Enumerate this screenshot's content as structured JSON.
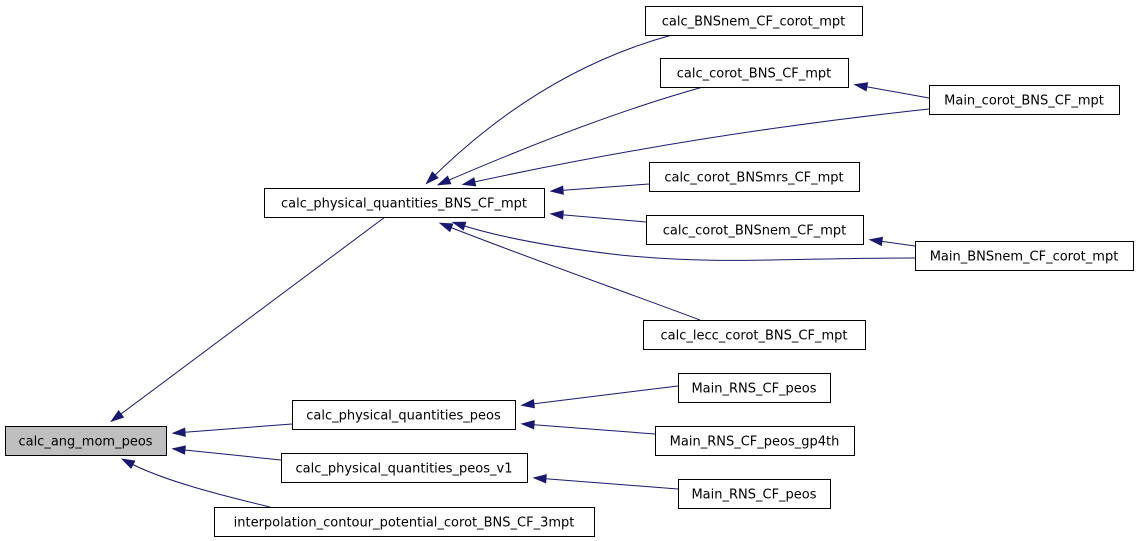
{
  "graph": {
    "nodes": [
      {
        "id": "n0",
        "label": "calc_ang_mom_peos",
        "highlighted": true
      },
      {
        "id": "n1",
        "label": "calc_physical_quantities_BNS_CF_mpt"
      },
      {
        "id": "n2",
        "label": "calc_BNSnem_CF_corot_mpt"
      },
      {
        "id": "n3",
        "label": "calc_corot_BNS_CF_mpt"
      },
      {
        "id": "n4",
        "label": "Main_corot_BNS_CF_mpt"
      },
      {
        "id": "n5",
        "label": "calc_corot_BNSmrs_CF_mpt"
      },
      {
        "id": "n6",
        "label": "calc_corot_BNSnem_CF_mpt"
      },
      {
        "id": "n7",
        "label": "Main_BNSnem_CF_corot_mpt"
      },
      {
        "id": "n8",
        "label": "calc_lecc_corot_BNS_CF_mpt"
      },
      {
        "id": "n9",
        "label": "calc_physical_quantities_peos"
      },
      {
        "id": "n10",
        "label": "Main_RNS_CF_peos"
      },
      {
        "id": "n11",
        "label": "Main_RNS_CF_peos_gp4th"
      },
      {
        "id": "n12",
        "label": "calc_physical_quantities_peos_v1"
      },
      {
        "id": "n13",
        "label": "Main_RNS_CF_peos"
      },
      {
        "id": "n14",
        "label": "interpolation_contour_potential_corot_BNS_CF_3mpt"
      }
    ],
    "edges": [
      {
        "from": "n1",
        "to": "n0"
      },
      {
        "from": "n9",
        "to": "n0"
      },
      {
        "from": "n12",
        "to": "n0"
      },
      {
        "from": "n14",
        "to": "n0"
      },
      {
        "from": "n2",
        "to": "n1"
      },
      {
        "from": "n3",
        "to": "n1"
      },
      {
        "from": "n4",
        "to": "n1"
      },
      {
        "from": "n5",
        "to": "n1"
      },
      {
        "from": "n6",
        "to": "n1"
      },
      {
        "from": "n7",
        "to": "n1"
      },
      {
        "from": "n8",
        "to": "n1"
      },
      {
        "from": "n4",
        "to": "n3"
      },
      {
        "from": "n7",
        "to": "n6"
      },
      {
        "from": "n10",
        "to": "n9"
      },
      {
        "from": "n11",
        "to": "n9"
      },
      {
        "from": "n13",
        "to": "n12"
      }
    ],
    "colors": {
      "edge": "#191970",
      "root_fill": "#bfbfbf",
      "node_fill": "#ffffff",
      "border": "#000000"
    }
  }
}
